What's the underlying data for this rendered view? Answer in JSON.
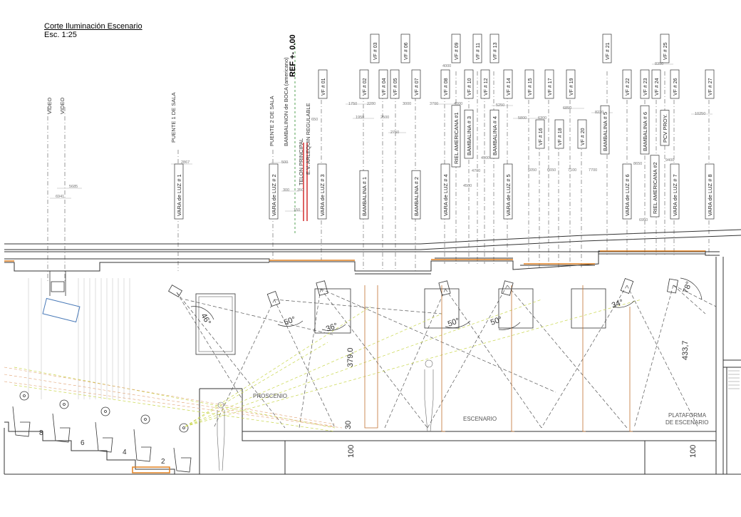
{
  "title": "Corte Iluminación Escenario",
  "scale": "Esc. 1:25",
  "ref_level": "REF +- 0.00",
  "vf_labels": [
    {
      "id": "vf01",
      "text": "VF # 01"
    },
    {
      "id": "vf02",
      "text": "VF # 02"
    },
    {
      "id": "vf03",
      "text": "VF # 03"
    },
    {
      "id": "vf04",
      "text": "VF # 04"
    },
    {
      "id": "vf05",
      "text": "VF # 05"
    },
    {
      "id": "vf06",
      "text": "VF # 06"
    },
    {
      "id": "vf07",
      "text": "VF # 07"
    },
    {
      "id": "vf08",
      "text": "VF # 08"
    },
    {
      "id": "vf09",
      "text": "VF # 09"
    },
    {
      "id": "vf10",
      "text": "VF # 10"
    },
    {
      "id": "vf11",
      "text": "VF # 11"
    },
    {
      "id": "vf12",
      "text": "VF # 12"
    },
    {
      "id": "vf13",
      "text": "VF # 13"
    },
    {
      "id": "vf14",
      "text": "VF # 14"
    },
    {
      "id": "vf15",
      "text": "VF # 15"
    },
    {
      "id": "vf16",
      "text": "VF # 16"
    },
    {
      "id": "vf17",
      "text": "VF # 17"
    },
    {
      "id": "vf18",
      "text": "VF # 18"
    },
    {
      "id": "vf19",
      "text": "VF # 19"
    },
    {
      "id": "vf20",
      "text": "VF # 20"
    },
    {
      "id": "vf21",
      "text": "VF # 21"
    },
    {
      "id": "vf22",
      "text": "VF # 22"
    },
    {
      "id": "vf23",
      "text": "VF # 23"
    },
    {
      "id": "vf24",
      "text": "VF # 24"
    },
    {
      "id": "vf25",
      "text": "VF # 25"
    },
    {
      "id": "vf26",
      "text": "VF # 26"
    },
    {
      "id": "vf27",
      "text": "VF # 27"
    }
  ],
  "box_labels": [
    {
      "id": "vara1",
      "text": "VARA de LUZ # 1"
    },
    {
      "id": "vara2",
      "text": "VARA de LUZ # 2"
    },
    {
      "id": "vara3",
      "text": "VARA de LUZ # 3"
    },
    {
      "id": "bamb1",
      "text": "BAMBALINA # 1"
    },
    {
      "id": "bamb2",
      "text": "BAMBALINA # 2"
    },
    {
      "id": "vara4",
      "text": "VARA de LUZ # 4"
    },
    {
      "id": "riel1",
      "text": "RIEL AMERICANA #1"
    },
    {
      "id": "bamb3",
      "text": "BAMBALINA # 3"
    },
    {
      "id": "bamb4",
      "text": "BAMBALINA # 4"
    },
    {
      "id": "vara5",
      "text": "VARA de LUZ # 5"
    },
    {
      "id": "bamb5",
      "text": "BAMBALINA # 5"
    },
    {
      "id": "vara6",
      "text": "VARA de LUZ # 6"
    },
    {
      "id": "bamb6",
      "text": "BAMBALINA # 6"
    },
    {
      "id": "riel2",
      "text": "RIEL AMERICANA #2"
    },
    {
      "id": "pcv",
      "text": "PCV PROY."
    },
    {
      "id": "vara7",
      "text": "VARA de LUZ # 7"
    },
    {
      "id": "vara8",
      "text": "VARA de LUZ # 8"
    }
  ],
  "free_labels": [
    {
      "id": "video1",
      "text": "VIDEO"
    },
    {
      "id": "video2",
      "text": "VIDEO"
    },
    {
      "id": "puente1",
      "text": "PUENTE 1 DE SALA"
    },
    {
      "id": "puente2",
      "text": "PUENTE 2 DE SALA"
    },
    {
      "id": "bambalinon",
      "text": "BAMBALINON de BOCA (americano)"
    },
    {
      "id": "telon",
      "text": "TELON PRINCIPAL"
    },
    {
      "id": "ev",
      "text": "E.V. ARLEQUIN REGULABLE"
    }
  ],
  "dims": [
    {
      "id": "d6941",
      "text": "6941"
    },
    {
      "id": "d5685",
      "text": "5685"
    },
    {
      "id": "d2867",
      "text": "2867"
    },
    {
      "id": "d650",
      "text": "650"
    },
    {
      "id": "d500",
      "text": "500"
    },
    {
      "id": "d300",
      "text": "300"
    },
    {
      "id": "d350",
      "text": "350"
    },
    {
      "id": "d150",
      "text": "150"
    },
    {
      "id": "d1750",
      "text": "1750"
    },
    {
      "id": "d2280",
      "text": "2280"
    },
    {
      "id": "d1950",
      "text": "1950"
    },
    {
      "id": "d2500",
      "text": "2500"
    },
    {
      "id": "d2750",
      "text": "2750"
    },
    {
      "id": "d3000",
      "text": "3000"
    },
    {
      "id": "d3700",
      "text": "3700"
    },
    {
      "id": "d4000a",
      "text": "4000"
    },
    {
      "id": "d4000b",
      "text": "4000"
    },
    {
      "id": "d5250",
      "text": "5250"
    },
    {
      "id": "d5800",
      "text": "5800"
    },
    {
      "id": "d6300",
      "text": "6300"
    },
    {
      "id": "d6850",
      "text": "6850"
    },
    {
      "id": "d4900",
      "text": "4900"
    },
    {
      "id": "d4700",
      "text": "4700"
    },
    {
      "id": "d4500",
      "text": "4500"
    },
    {
      "id": "d6050",
      "text": "6050"
    },
    {
      "id": "d6650",
      "text": "6650"
    },
    {
      "id": "d7100",
      "text": "7100"
    },
    {
      "id": "d7700",
      "text": "7700"
    },
    {
      "id": "d8220",
      "text": "8220"
    },
    {
      "id": "d8350",
      "text": "8350"
    },
    {
      "id": "d8650",
      "text": "8650"
    },
    {
      "id": "d6950",
      "text": "6950"
    },
    {
      "id": "d9400",
      "text": "9400"
    },
    {
      "id": "d10250",
      "text": "10250"
    }
  ],
  "angles": [
    {
      "id": "a46",
      "text": "46°"
    },
    {
      "id": "a50a",
      "text": "50°"
    },
    {
      "id": "a36",
      "text": "36°"
    },
    {
      "id": "a50b",
      "text": "50°"
    },
    {
      "id": "a50c",
      "text": "50°"
    },
    {
      "id": "a34",
      "text": "34°"
    },
    {
      "id": "a78",
      "text": "78°"
    }
  ],
  "measures": [
    {
      "id": "m379",
      "text": "379,0"
    },
    {
      "id": "m4337",
      "text": "433,7"
    },
    {
      "id": "m30",
      "text": "30"
    },
    {
      "id": "m100a",
      "text": "100"
    },
    {
      "id": "m100b",
      "text": "100"
    }
  ],
  "areas": [
    {
      "id": "proscenio",
      "text": "PROSCENIO"
    },
    {
      "id": "escenario",
      "text": "ESCENARIO"
    },
    {
      "id": "plat1",
      "text": "PLATAFORMA"
    },
    {
      "id": "plat2",
      "text": "DE ESCENARIO"
    }
  ],
  "rows": [
    {
      "id": "r8",
      "text": "8"
    },
    {
      "id": "r6",
      "text": "6"
    },
    {
      "id": "r4",
      "text": "4"
    },
    {
      "id": "r2",
      "text": "2"
    }
  ],
  "colors": {
    "line": "#444444",
    "beam_dash": "#555555",
    "beam_green": "#c8d64a",
    "beam_orange": "#e0a070",
    "accent_orange": "#e08020",
    "accent_red": "#d02020",
    "curtain": "#c07030"
  }
}
